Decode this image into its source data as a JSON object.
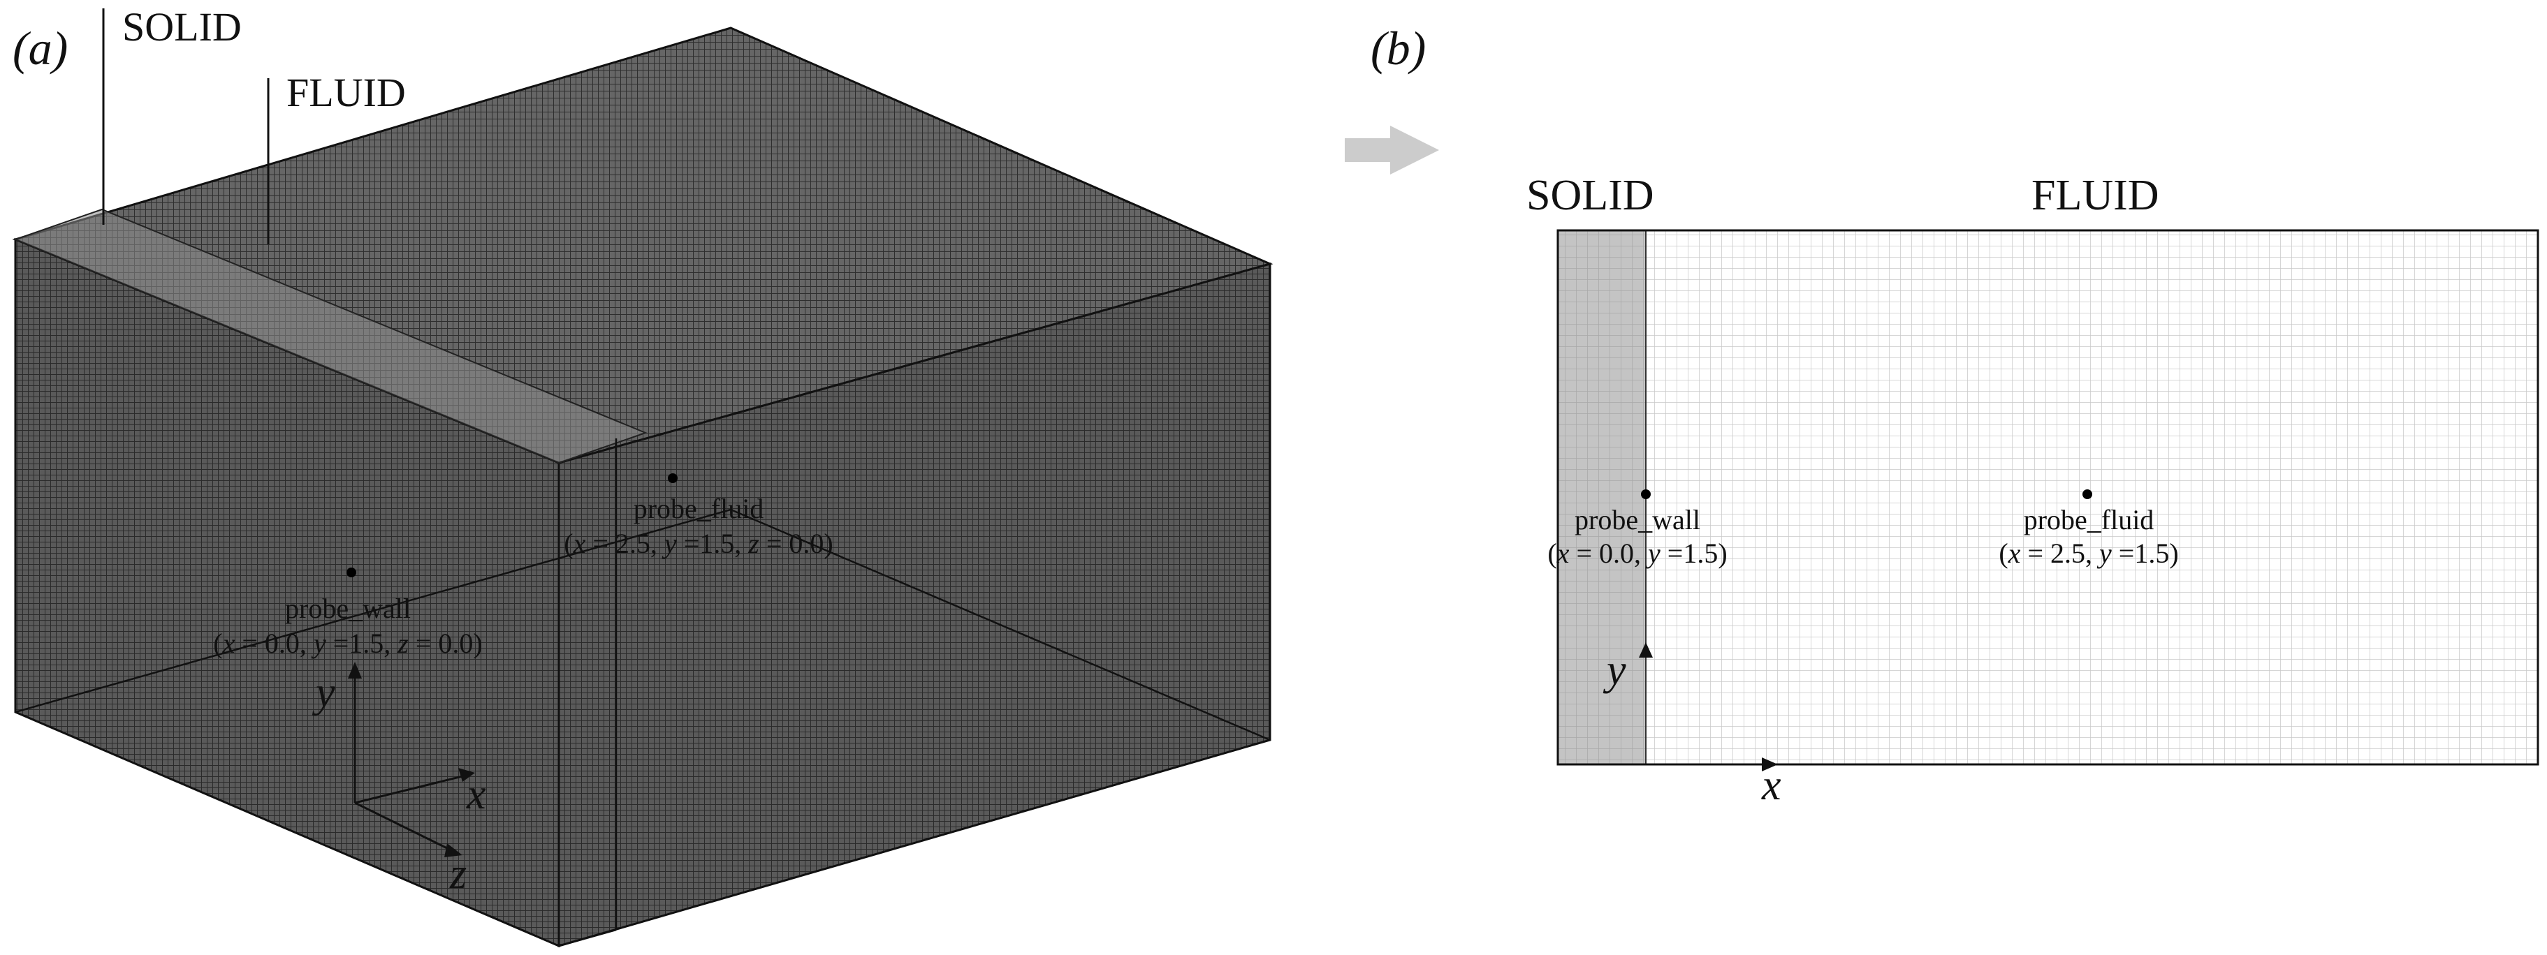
{
  "panel_a": {
    "label": "(a)",
    "solid_label": "SOLID",
    "fluid_label": "FLUID",
    "probe_fluid": {
      "name": "probe_fluid",
      "x_letter": "x",
      "x_value": "2.5",
      "y_letter": "y",
      "y_value": "1.5",
      "z_letter": "z",
      "z_value": "0.0"
    },
    "probe_wall": {
      "name": "probe_wall",
      "x_letter": "x",
      "x_value": "0.0",
      "y_letter": "y",
      "y_value": "1.5",
      "z_letter": "z",
      "z_value": "0.0"
    },
    "axes": {
      "y": "y",
      "x": "x",
      "z": "z"
    }
  },
  "panel_b": {
    "label": "(b)",
    "solid_label": "SOLID",
    "fluid_label": "FLUID",
    "probe_wall": {
      "name": "probe_wall",
      "x_letter": "x",
      "x_value": "0.0",
      "y_letter": "y",
      "y_value": "1.5"
    },
    "probe_fluid": {
      "name": "probe_fluid",
      "x_letter": "x",
      "x_value": "2.5",
      "y_letter": "y",
      "y_value": "1.5"
    },
    "axes": {
      "y": "y",
      "x": "x"
    }
  },
  "colors": {
    "mesh_dark": "#3c3c3c",
    "mesh_light": "#cfcfcf",
    "solid_fill": "#c8c8c8",
    "arrow": "#cccccc",
    "outline": "#111111"
  }
}
